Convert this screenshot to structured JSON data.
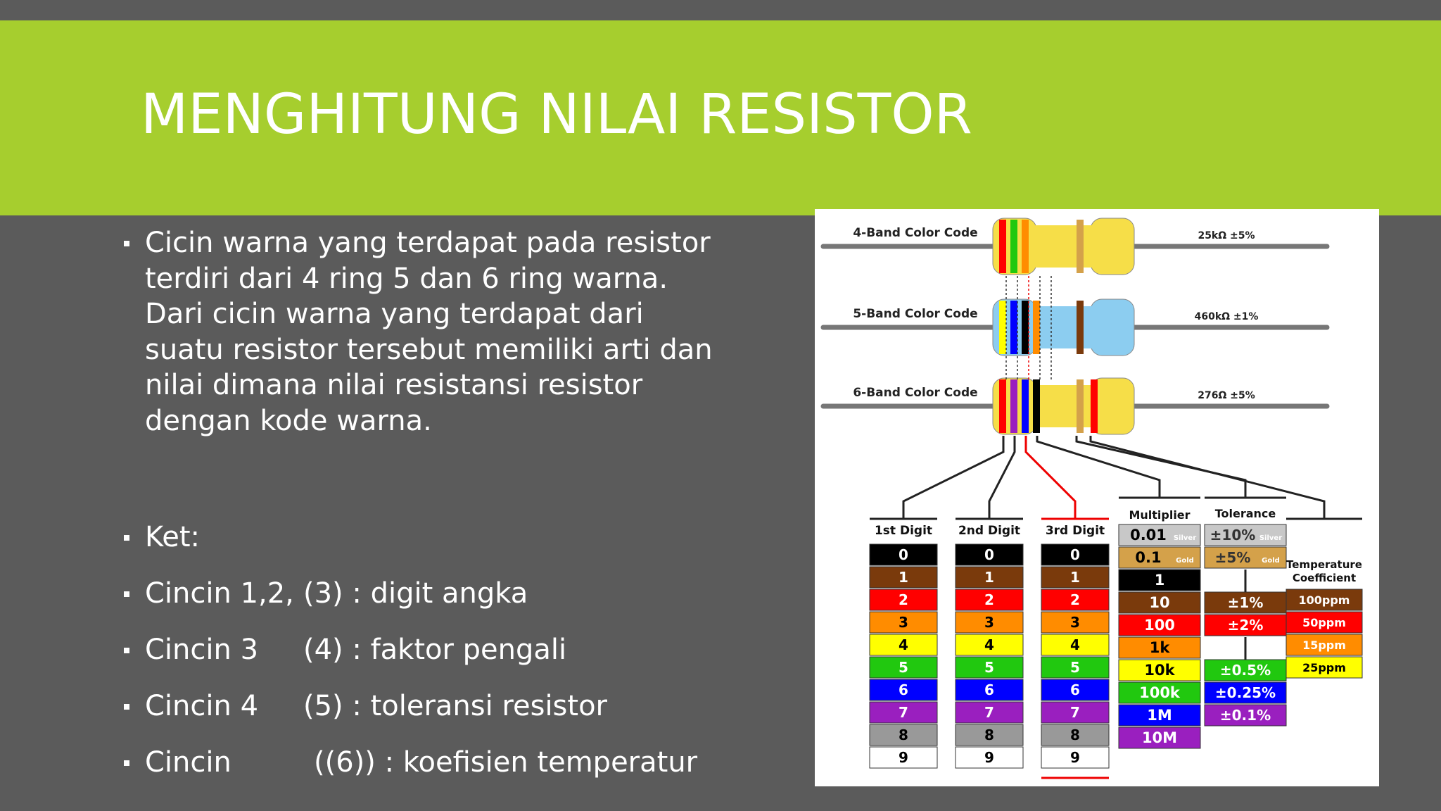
{
  "slide": {
    "title": "MENGHITUNG NILAI RESISTOR",
    "paragraph": "Cicin warna yang terdapat pada resistor terdiri dari 4 ring 5 dan 6 ring warna. Dari cicin warna yang terdapat dari suatu resistor tersebut memiliki arti dan nilai dimana nilai resistansi resistor dengan kode warna.",
    "ket": "Ket:",
    "items": [
      {
        "name": "Cincin 1,2,",
        "desc": "(3) : digit angka"
      },
      {
        "name": "Cincin 3",
        "desc": "(4) : faktor pengali"
      },
      {
        "name": "Cincin 4",
        "desc": "(5) : toleransi resistor"
      },
      {
        "name": "Cincin",
        "desc": "((6)) : koefisien temperatur"
      }
    ]
  },
  "figure": {
    "resistors": [
      {
        "label": "4-Band Color Code",
        "value": "25kΩ  ±5%"
      },
      {
        "label": "5-Band Color Code",
        "value": "460kΩ  ±1%"
      },
      {
        "label": "6-Band Color Code",
        "value": "276Ω  ±5%"
      }
    ],
    "columns": {
      "first": "1st Digit",
      "second": "2nd Digit",
      "third": "3rd Digit",
      "multiplier": "Multiplier",
      "tolerance": "Tolerance",
      "temp": "Temperature Coefficient"
    },
    "digits": [
      "0",
      "1",
      "2",
      "3",
      "4",
      "5",
      "6",
      "7",
      "8",
      "9"
    ],
    "digit_colors": [
      "#000000",
      "#7a3a0c",
      "#ff0000",
      "#ff8c00",
      "#ffff00",
      "#21c80f",
      "#0000ff",
      "#9a1fbf",
      "#999999",
      "#ffffff"
    ],
    "multipliers": [
      {
        "value": "0.01",
        "note": "Silver",
        "color": "#c8c8c8"
      },
      {
        "value": "0.1",
        "note": "Gold",
        "color": "#d4a14a"
      },
      {
        "value": "1",
        "color": "#000000"
      },
      {
        "value": "10",
        "color": "#7a3a0c"
      },
      {
        "value": "100",
        "color": "#ff0000"
      },
      {
        "value": "1k",
        "color": "#ff8c00"
      },
      {
        "value": "10k",
        "color": "#ffff00"
      },
      {
        "value": "100k",
        "color": "#21c80f"
      },
      {
        "value": "1M",
        "color": "#0000ff"
      },
      {
        "value": "10M",
        "color": "#9a1fbf"
      }
    ],
    "tolerances": [
      {
        "value": "±10%",
        "note": "Silver",
        "color": "#c8c8c8"
      },
      {
        "value": "±5%",
        "note": "Gold",
        "color": "#d4a14a"
      },
      {
        "value": "±1%",
        "color": "#7a3a0c"
      },
      {
        "value": "±2%",
        "color": "#ff0000"
      },
      {
        "value": "±0.5%",
        "color": "#21c80f"
      },
      {
        "value": "±0.25%",
        "color": "#0000ff"
      },
      {
        "value": "±0.1%",
        "color": "#9a1fbf"
      }
    ],
    "temps": [
      {
        "value": "100ppm",
        "color": "#7a3a0c"
      },
      {
        "value": "50ppm",
        "color": "#ff0000"
      },
      {
        "value": "15ppm",
        "color": "#ff8c00"
      },
      {
        "value": "25ppm",
        "color": "#ffff00"
      }
    ]
  }
}
